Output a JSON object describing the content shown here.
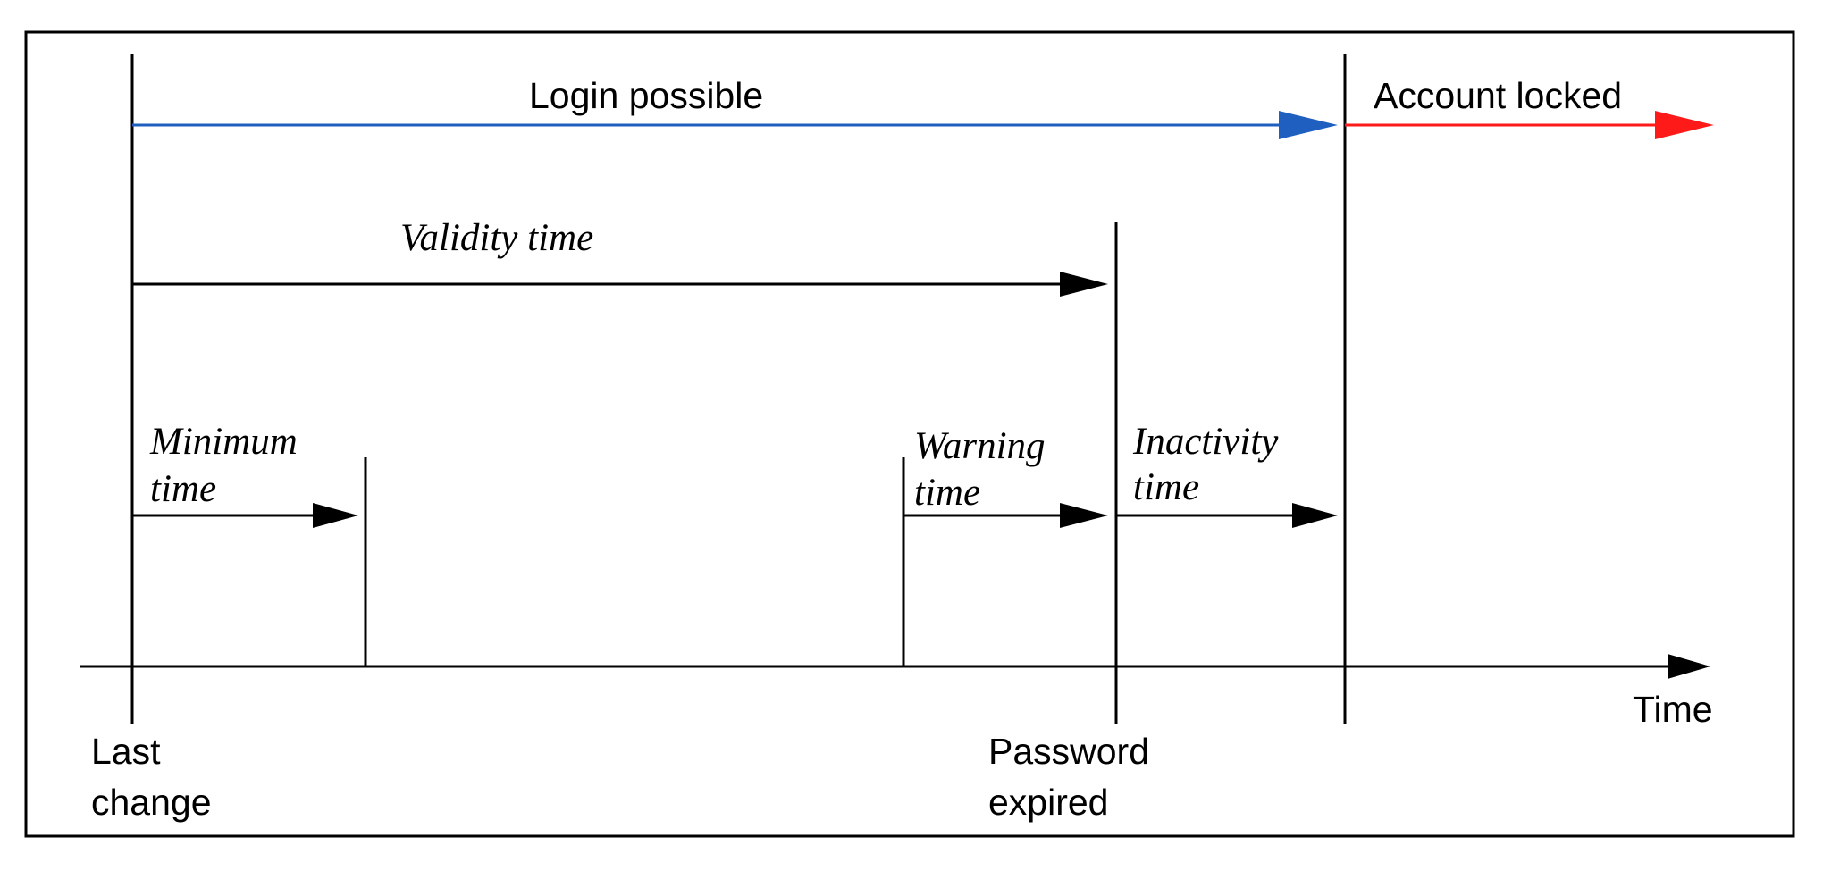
{
  "colors": {
    "login_arrow": "#1f5fbf",
    "locked_arrow": "#ff1a1a",
    "lines": "#000000",
    "background": "#ffffff"
  },
  "phases": {
    "login_possible": "Login possible",
    "account_locked": "Account locked"
  },
  "periods": {
    "validity": "Validity time",
    "minimum_line1": "Minimum",
    "minimum_line2": "time",
    "warning_line1": "Warning",
    "warning_line2": "time",
    "inactivity_line1": "Inactivity",
    "inactivity_line2": "time"
  },
  "events": {
    "last_change_line1": "Last",
    "last_change_line2": "change",
    "password_expired_line1": "Password",
    "password_expired_line2": "expired"
  },
  "axis": {
    "label": "Time"
  }
}
